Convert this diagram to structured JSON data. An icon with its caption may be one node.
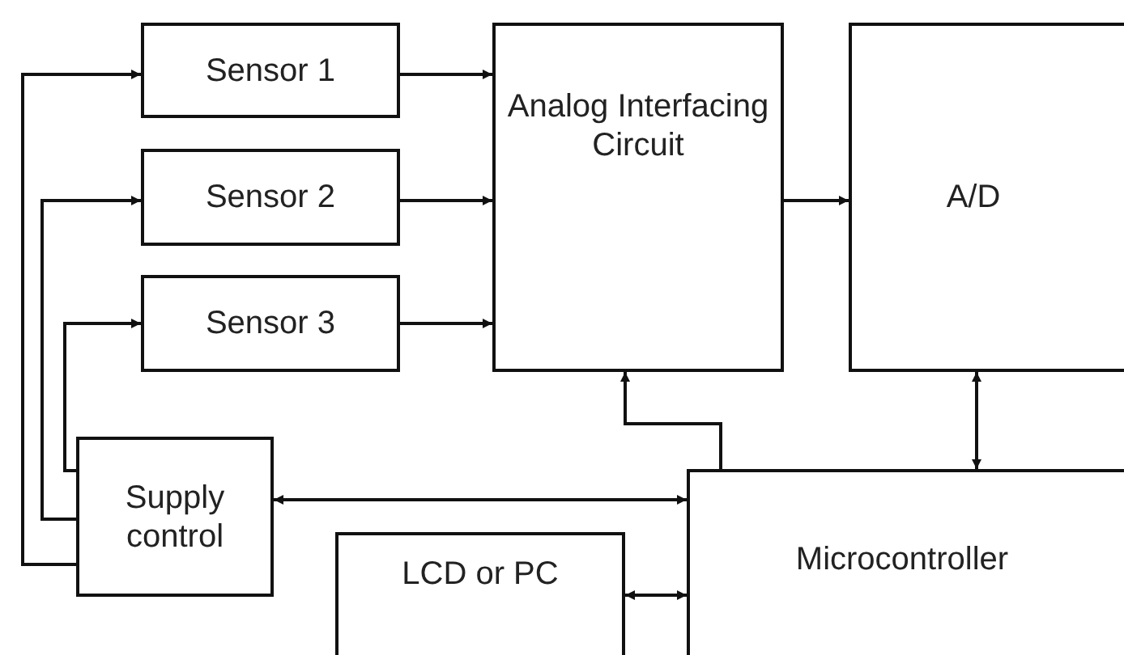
{
  "diagram": {
    "nodes": [
      {
        "text": [
          "Sensor 1"
        ]
      },
      {
        "text": [
          "Sensor 2"
        ]
      },
      {
        "text": [
          "Sensor 3"
        ]
      },
      {
        "text": [
          "Analog Interfacing Circuit"
        ]
      },
      {
        "text": [
          "A/D"
        ]
      },
      {
        "text": [
          "Supply control"
        ]
      },
      {
        "text": [
          "LCD or PC"
        ]
      },
      {
        "text": [
          "Microcontroller"
        ]
      }
    ],
    "edges": [
      {
        "from": 5,
        "to": 0,
        "arrow": "to"
      },
      {
        "from": 5,
        "to": 1,
        "arrow": "to"
      },
      {
        "from": 5,
        "to": 2,
        "arrow": "to"
      },
      {
        "from": 0,
        "to": 3,
        "arrow": "to"
      },
      {
        "from": 1,
        "to": 3,
        "arrow": "to"
      },
      {
        "from": 2,
        "to": 3,
        "arrow": "to"
      },
      {
        "from": 3,
        "to": 4,
        "arrow": "to"
      },
      {
        "from": 7,
        "to": 3,
        "arrow": "to"
      },
      {
        "from": 4,
        "to": 7,
        "arrow": "both"
      },
      {
        "from": 5,
        "to": 7,
        "arrow": "both"
      },
      {
        "from": 6,
        "to": 7,
        "arrow": "both"
      }
    ]
  }
}
